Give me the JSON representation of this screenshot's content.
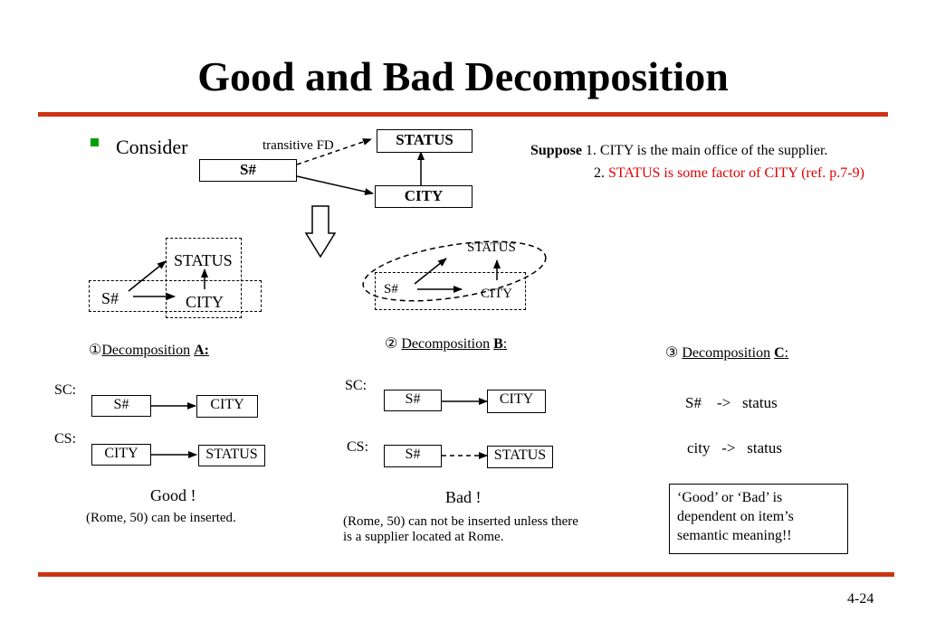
{
  "title": "Good and Bad Decomposition",
  "bullet": {
    "text": "Consider"
  },
  "top_diagram": {
    "fd_label": "transitive FD",
    "status": "STATUS",
    "sno": "S#",
    "city": "CITY"
  },
  "suppose": {
    "label": "Suppose",
    "line1": "1. CITY is the main office of the supplier.",
    "line2_num": "2.",
    "line2_text": "STATUS is some factor of CITY (ref. p.7-9)"
  },
  "decomp_a": {
    "diagram": {
      "status": "STATUS",
      "sno": "S#",
      "city": "CITY"
    },
    "heading_prefix": "①",
    "heading_text": "Decomposition",
    "heading_letter": "A:",
    "sc_label": "SC:",
    "sc_left": "S#",
    "sc_right": "CITY",
    "cs_label": "CS:",
    "cs_left": "CITY",
    "cs_right": "STATUS",
    "verdict": "Good !",
    "note": "(Rome, 50) can be inserted."
  },
  "decomp_b": {
    "diagram": {
      "status": "STATUS",
      "sno": "S#",
      "city": "CITY"
    },
    "heading_prefix": "②",
    "heading_text": "Decomposition",
    "heading_letter": "B",
    "heading_colon": ":",
    "sc_label": "SC:",
    "sc_left": "S#",
    "sc_right": "CITY",
    "cs_label": "CS:",
    "cs_left": "S#",
    "cs_right": "STATUS",
    "verdict": "Bad !",
    "note": "(Rome, 50) can not be inserted unless there is a supplier located at Rome."
  },
  "decomp_c": {
    "heading_prefix": "③",
    "heading_text": "Decomposition",
    "heading_letter": "C",
    "heading_colon": ":",
    "line1_left": "S#",
    "line1_arrow": "->",
    "line1_right": "status",
    "line2_left": "city",
    "line2_arrow": "->",
    "line2_right": "status",
    "remark": "‘Good’ or ‘Bad’ is dependent on item’s semantic  meaning!!"
  },
  "page_number": "4-24",
  "colors": {
    "rule": "#cc3311",
    "accent_red": "#e00000",
    "bullet": "#00a000"
  }
}
